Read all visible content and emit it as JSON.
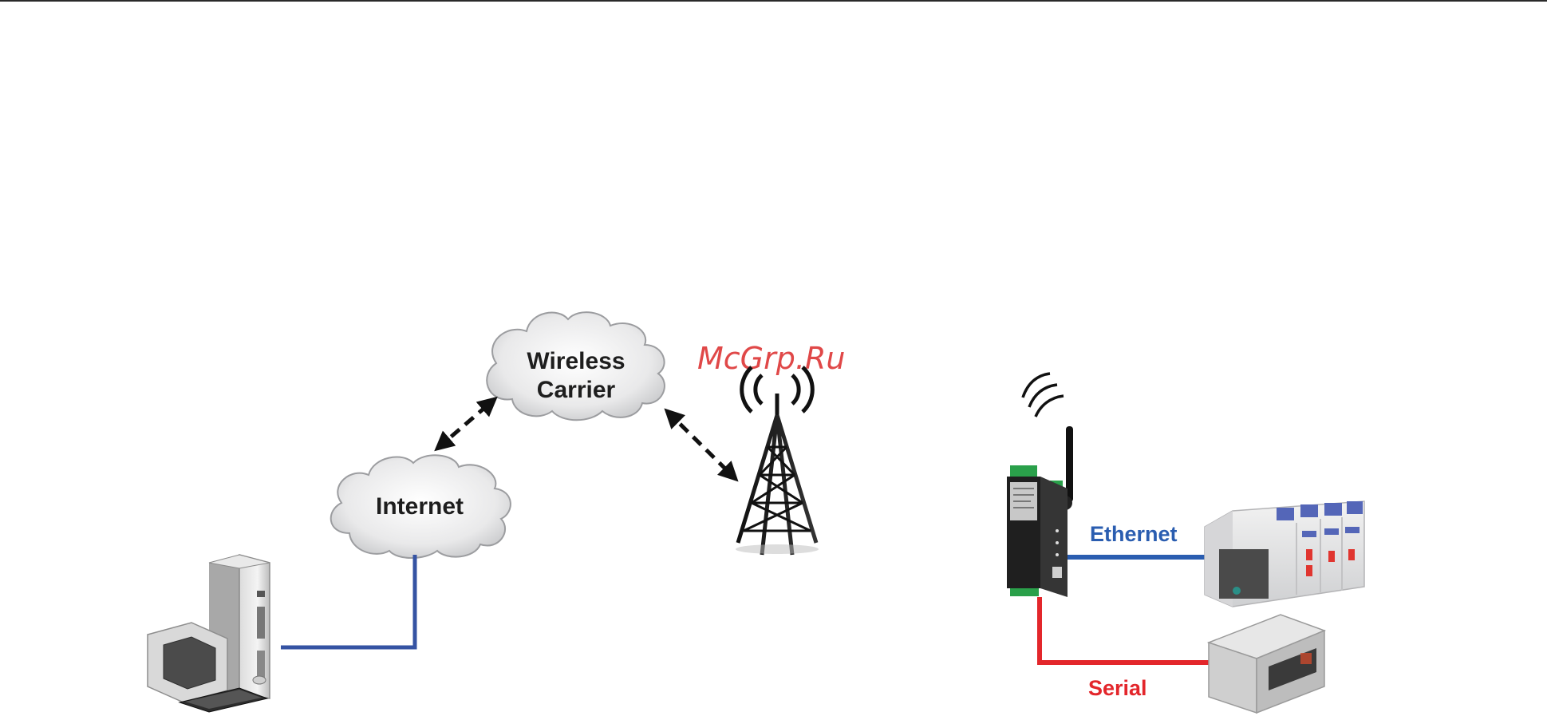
{
  "clouds": {
    "wireless_carrier": {
      "line1": "Wireless",
      "line2": "Carrier"
    },
    "internet": {
      "label": "Internet"
    }
  },
  "watermark": "McGrp.Ru",
  "links": {
    "ethernet": {
      "label": "Ethernet",
      "color": "#2a5db0"
    },
    "serial": {
      "label": "Serial",
      "color": "#e3262b"
    },
    "pc_link_color": "#3553a3"
  },
  "icons": {
    "pc": "desktop-computer-icon",
    "tower": "cell-tower-icon",
    "gateway": "cellular-gateway-icon",
    "plc": "plc-device-icon",
    "serial_device": "serial-device-icon"
  }
}
